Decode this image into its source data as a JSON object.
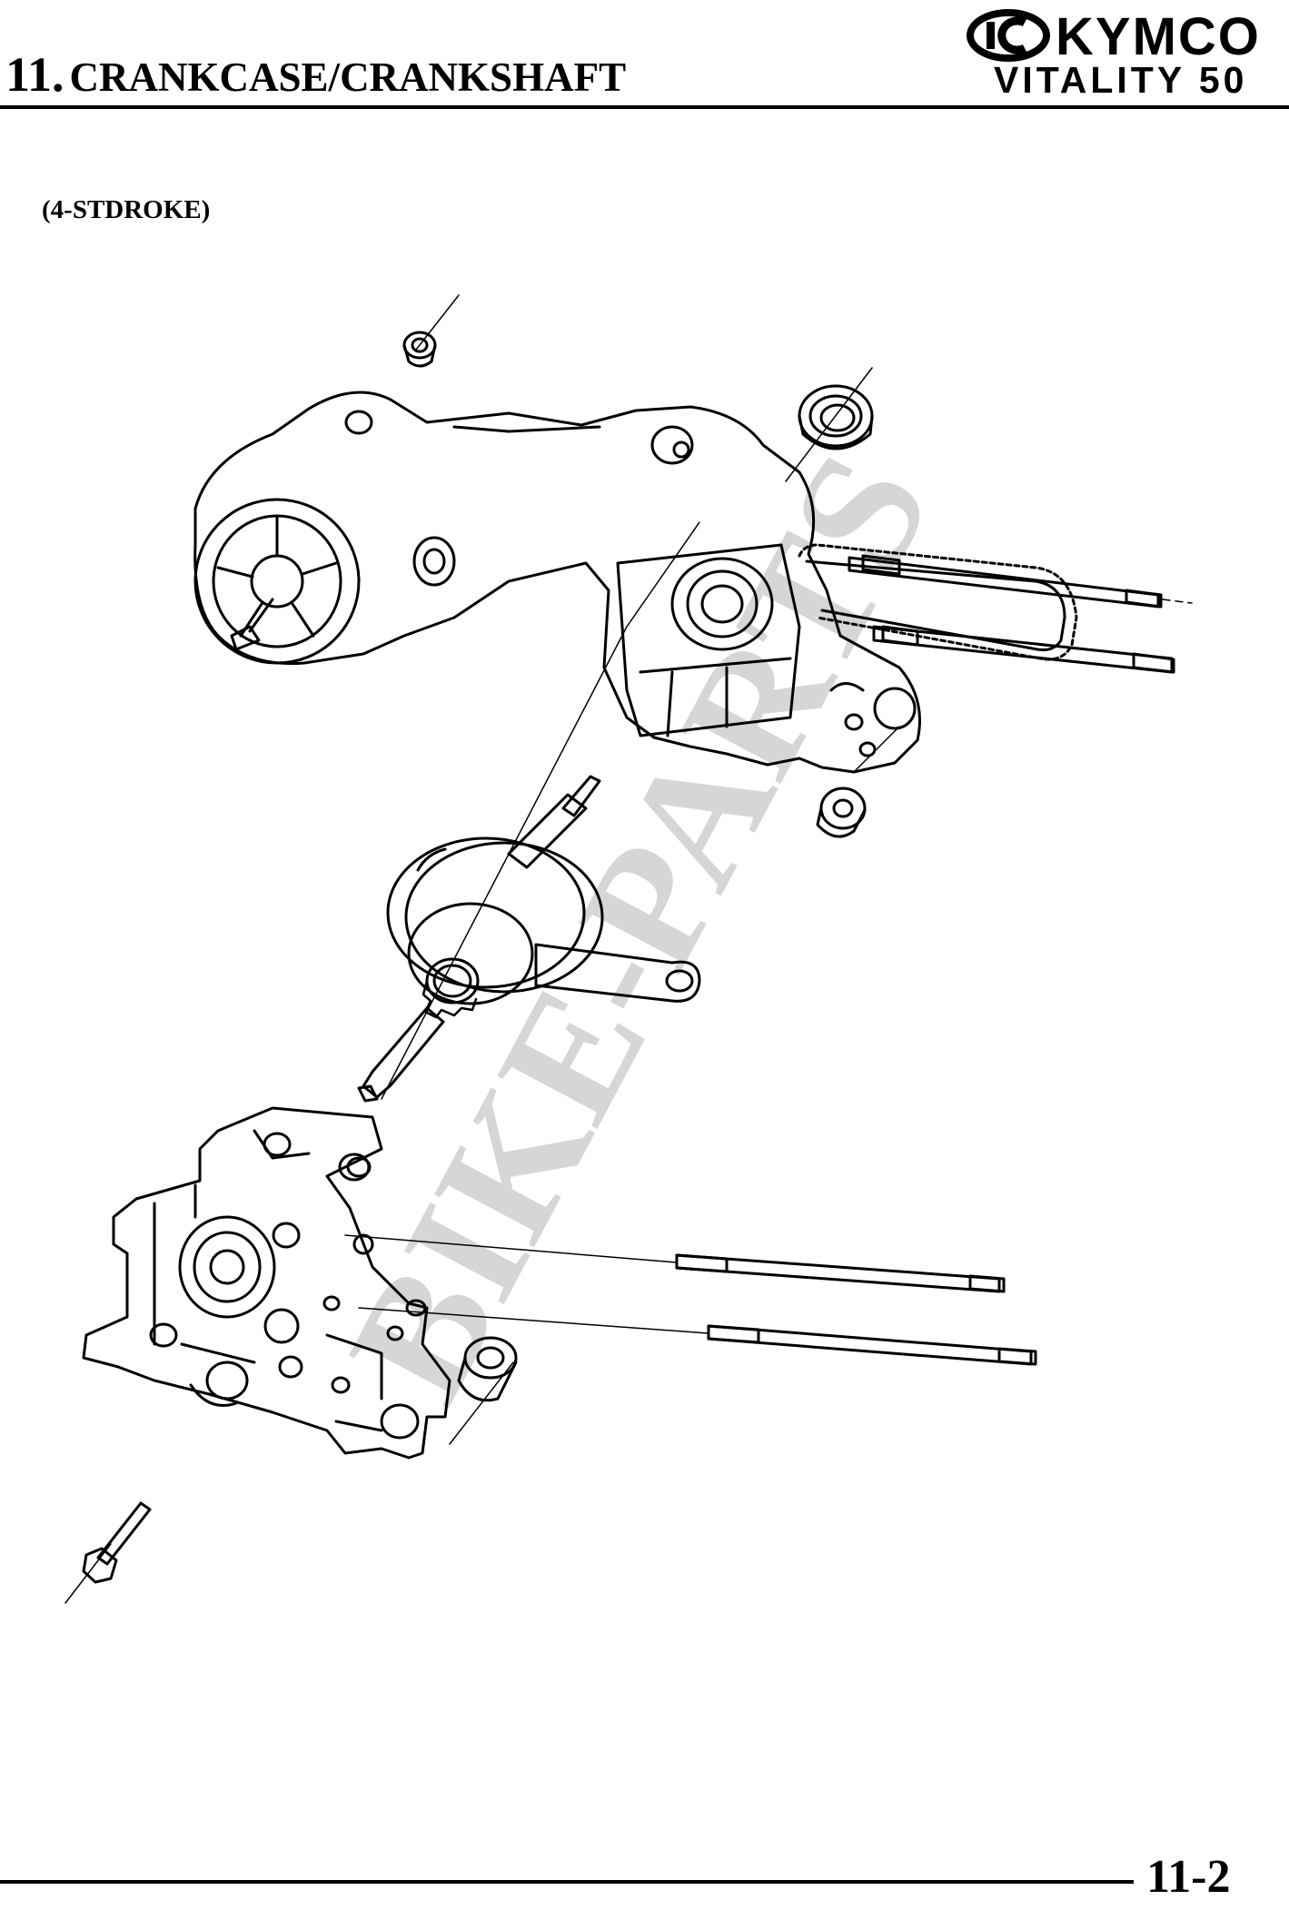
{
  "header": {
    "chapter_number": "11.",
    "chapter_title": "CRANKCASE/CRANKSHAFT",
    "brand": {
      "logo_icon": "kymco-logo-icon",
      "name": "KYMCO",
      "model": "VITALITY 50"
    }
  },
  "subtitle": "(4-STDROKE)",
  "diagram": {
    "icon": "crankcase-crankshaft-exploded-view",
    "watermark": "BIKE-PARTS"
  },
  "footer": {
    "page_number": "11-2"
  }
}
